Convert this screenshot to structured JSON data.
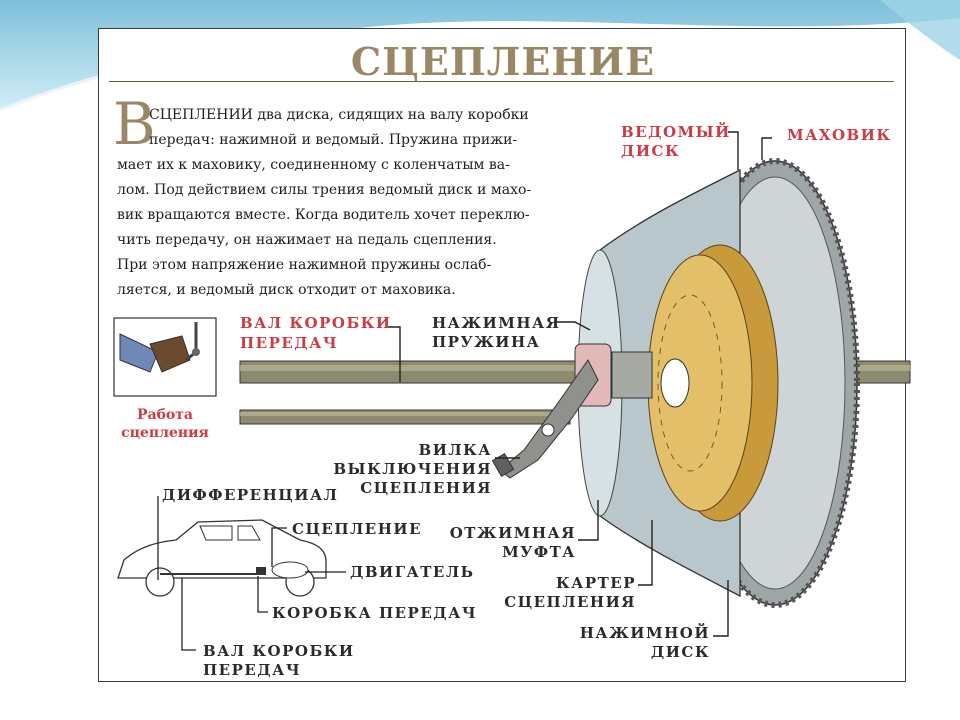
{
  "title": "СЦЕПЛЕНИЕ",
  "intro": {
    "dropcap": "В",
    "lines": [
      "СЦЕПЛЕНИИ два диска, сидящих на валу коробки",
      "передач: нажимной и ведомый. Пружина прижи-",
      "мает их к маховику, соединенному с коленчатым ва-",
      "лом. Под действием силы трения ведомый диск и махо-",
      "вик вращаются вместе. Когда водитель хочет переклю-",
      "чить передачу, он нажимает на педаль сцепления.",
      "При этом напряжение нажимной пружины ослаб-",
      "ляется, и ведомый диск отходит от маховика."
    ]
  },
  "inset": {
    "caption_line1": "Работа",
    "caption_line2": "сцепления"
  },
  "labels": {
    "driven_disk_1": "ВЕДОМЫЙ",
    "driven_disk_2": "ДИСК",
    "flywheel": "МАХОВИК",
    "gearbox_shaft_1": "ВАЛ КОРОБКИ",
    "gearbox_shaft_2": "ПЕРЕДАЧ",
    "pressure_spring_1": "НАЖИМНАЯ",
    "pressure_spring_2": "ПРУЖИНА",
    "release_fork_1": "ВИЛКА",
    "release_fork_2": "ВЫКЛЮЧЕНИЯ",
    "release_fork_3": "СЦЕПЛЕНИЯ",
    "release_bearing_1": "ОТЖИМНАЯ",
    "release_bearing_2": "МУФТА",
    "clutch_housing_1": "КАРТЕР",
    "clutch_housing_2": "СЦЕПЛЕНИЯ",
    "pressure_plate_1": "НАЖИМНОЙ",
    "pressure_plate_2": "ДИСК"
  },
  "car_diagram": {
    "differential": "ДИФФЕРЕНЦИАЛ",
    "clutch": "СЦЕПЛЕНИЕ",
    "engine": "ДВИГАТЕЛЬ",
    "gearbox": "КОРОБКА ПЕРЕДАЧ",
    "shaft_1": "ВАЛ КОРОБКИ",
    "shaft_2": "ПЕРЕДАЧ"
  },
  "colors": {
    "title": "#9a8766",
    "red_labels": "#cc3b44",
    "dark_labels": "#2b2b2b",
    "background_top": "#7ec4dc"
  }
}
